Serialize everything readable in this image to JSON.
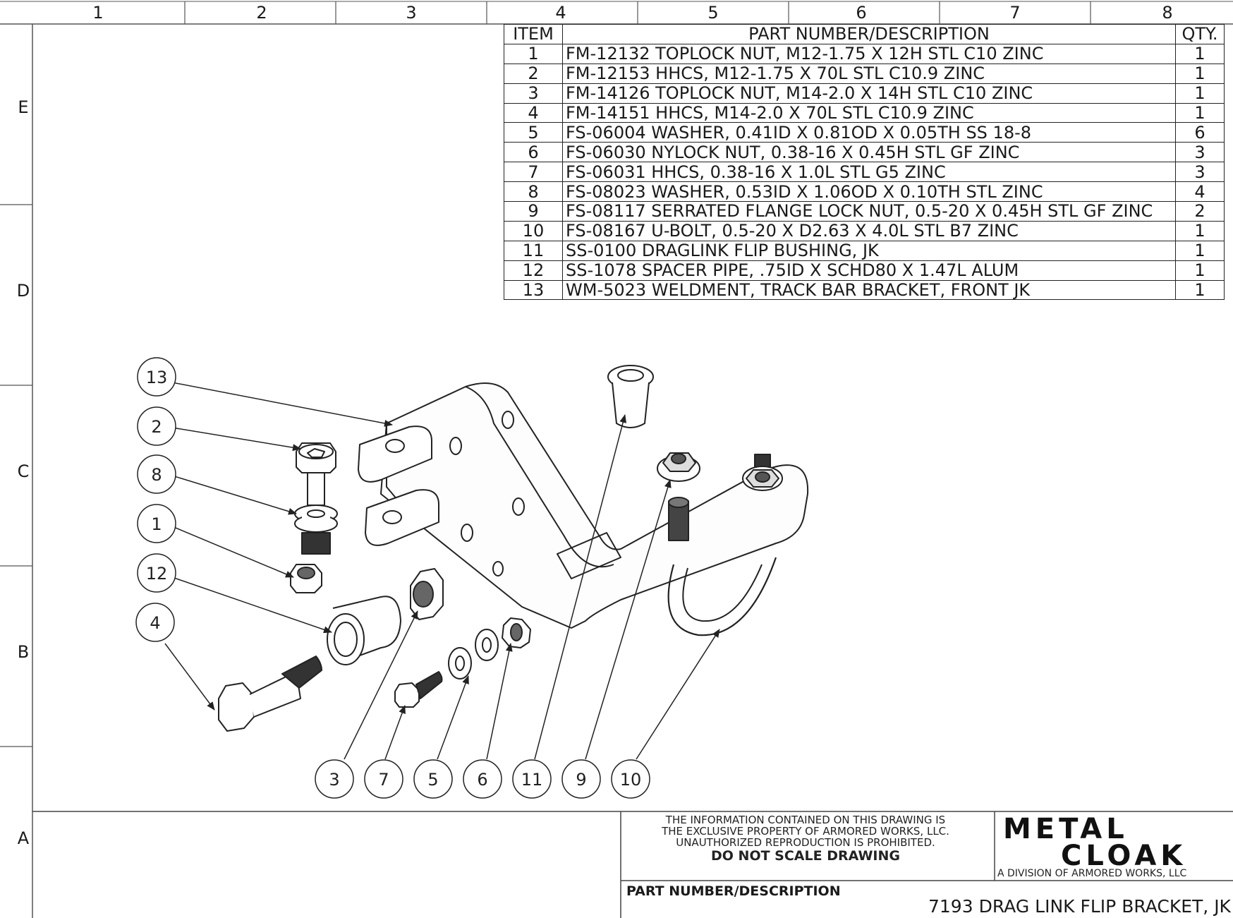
{
  "columns": [
    "1",
    "2",
    "3",
    "4",
    "5",
    "6",
    "7",
    "8"
  ],
  "rows": [
    "E",
    "D",
    "C",
    "B",
    "A"
  ],
  "bom": {
    "headers": {
      "item": "ITEM",
      "description": "PART NUMBER/DESCRIPTION",
      "qty": "QTY."
    },
    "rows": [
      {
        "item": "1",
        "description": "FM-12132 TOPLOCK NUT, M12-1.75 X 12H STL C10 ZINC",
        "qty": "1"
      },
      {
        "item": "2",
        "description": "FM-12153 HHCS, M12-1.75 X 70L STL C10.9 ZINC",
        "qty": "1"
      },
      {
        "item": "3",
        "description": "FM-14126 TOPLOCK NUT, M14-2.0 X 14H STL C10 ZINC",
        "qty": "1"
      },
      {
        "item": "4",
        "description": "FM-14151 HHCS, M14-2.0 X 70L STL C10.9 ZINC",
        "qty": "1"
      },
      {
        "item": "5",
        "description": "FS-06004 WASHER, 0.41ID X 0.81OD X 0.05TH SS 18-8",
        "qty": "6"
      },
      {
        "item": "6",
        "description": "FS-06030 NYLOCK NUT, 0.38-16 X 0.45H STL GF ZINC",
        "qty": "3"
      },
      {
        "item": "7",
        "description": "FS-06031 HHCS, 0.38-16 X 1.0L STL G5 ZINC",
        "qty": "3"
      },
      {
        "item": "8",
        "description": "FS-08023 WASHER, 0.53ID X 1.06OD X 0.10TH STL ZINC",
        "qty": "4"
      },
      {
        "item": "9",
        "description": "FS-08117 SERRATED FLANGE LOCK NUT, 0.5-20 X 0.45H STL GF ZINC",
        "qty": "2"
      },
      {
        "item": "10",
        "description": "FS-08167 U-BOLT, 0.5-20 X D2.63 X 4.0L STL B7 ZINC",
        "qty": "1"
      },
      {
        "item": "11",
        "description": "SS-0100 DRAGLINK FLIP BUSHING, JK",
        "qty": "1"
      },
      {
        "item": "12",
        "description": "SS-1078 SPACER PIPE, .75ID X SCHD80 X 1.47L ALUM",
        "qty": "1"
      },
      {
        "item": "13",
        "description": "WM-5023 WELDMENT, TRACK BAR BRACKET, FRONT JK",
        "qty": "1"
      }
    ]
  },
  "balloons": [
    "13",
    "2",
    "8",
    "1",
    "12",
    "4",
    "3",
    "7",
    "5",
    "6",
    "11",
    "9",
    "10"
  ],
  "title_block": {
    "notice_lines": [
      "THE INFORMATION CONTAINED ON THIS DRAWING IS",
      "THE EXCLUSIVE PROPERTY OF ARMORED WORKS, LLC.",
      "UNAUTHORIZED REPRODUCTION IS PROHIBITED."
    ],
    "do_not_scale": "DO NOT SCALE DRAWING",
    "logo_line1": "METAL",
    "logo_line2": "CLOAK",
    "logo_sub": "A DIVISION OF ARMORED WORKS, LLC",
    "part_number_label": "PART NUMBER/DESCRIPTION",
    "part_number_value": "7193 DRAG LINK FLIP BRACKET, JK"
  }
}
